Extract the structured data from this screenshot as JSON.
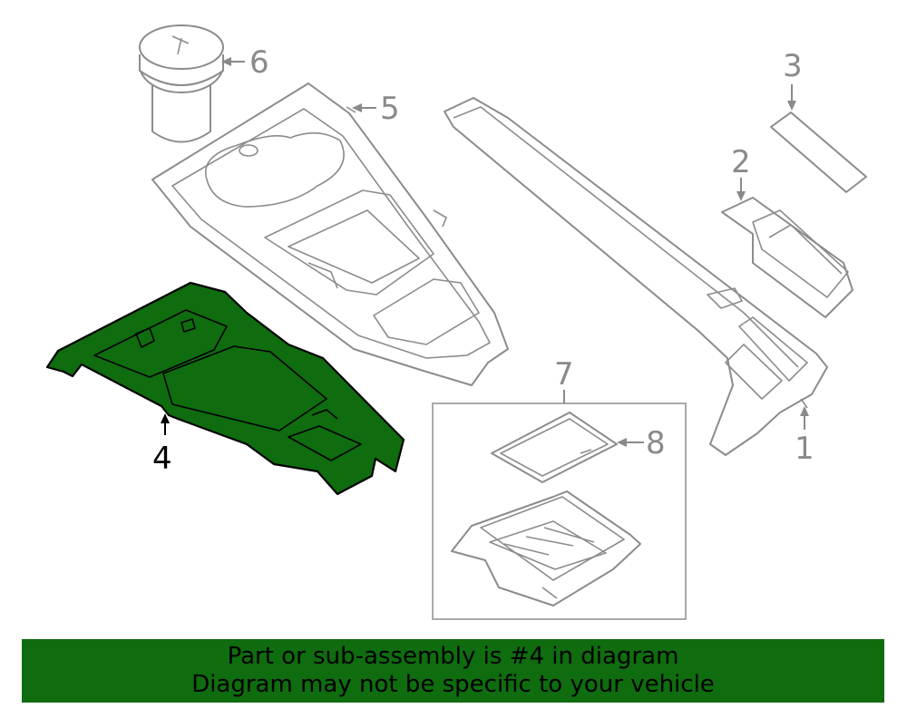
{
  "diagram": {
    "callouts": [
      {
        "id": "1",
        "label": "1"
      },
      {
        "id": "2",
        "label": "2"
      },
      {
        "id": "3",
        "label": "3"
      },
      {
        "id": "4",
        "label": "4",
        "highlighted": true
      },
      {
        "id": "5",
        "label": "5"
      },
      {
        "id": "6",
        "label": "6"
      },
      {
        "id": "7",
        "label": "7"
      },
      {
        "id": "8",
        "label": "8"
      }
    ],
    "highlight_color": "#0f6c0f"
  },
  "banner": {
    "line1": "Part or sub-assembly is #4 in diagram",
    "line2": "Diagram may not be specific to your vehicle"
  }
}
